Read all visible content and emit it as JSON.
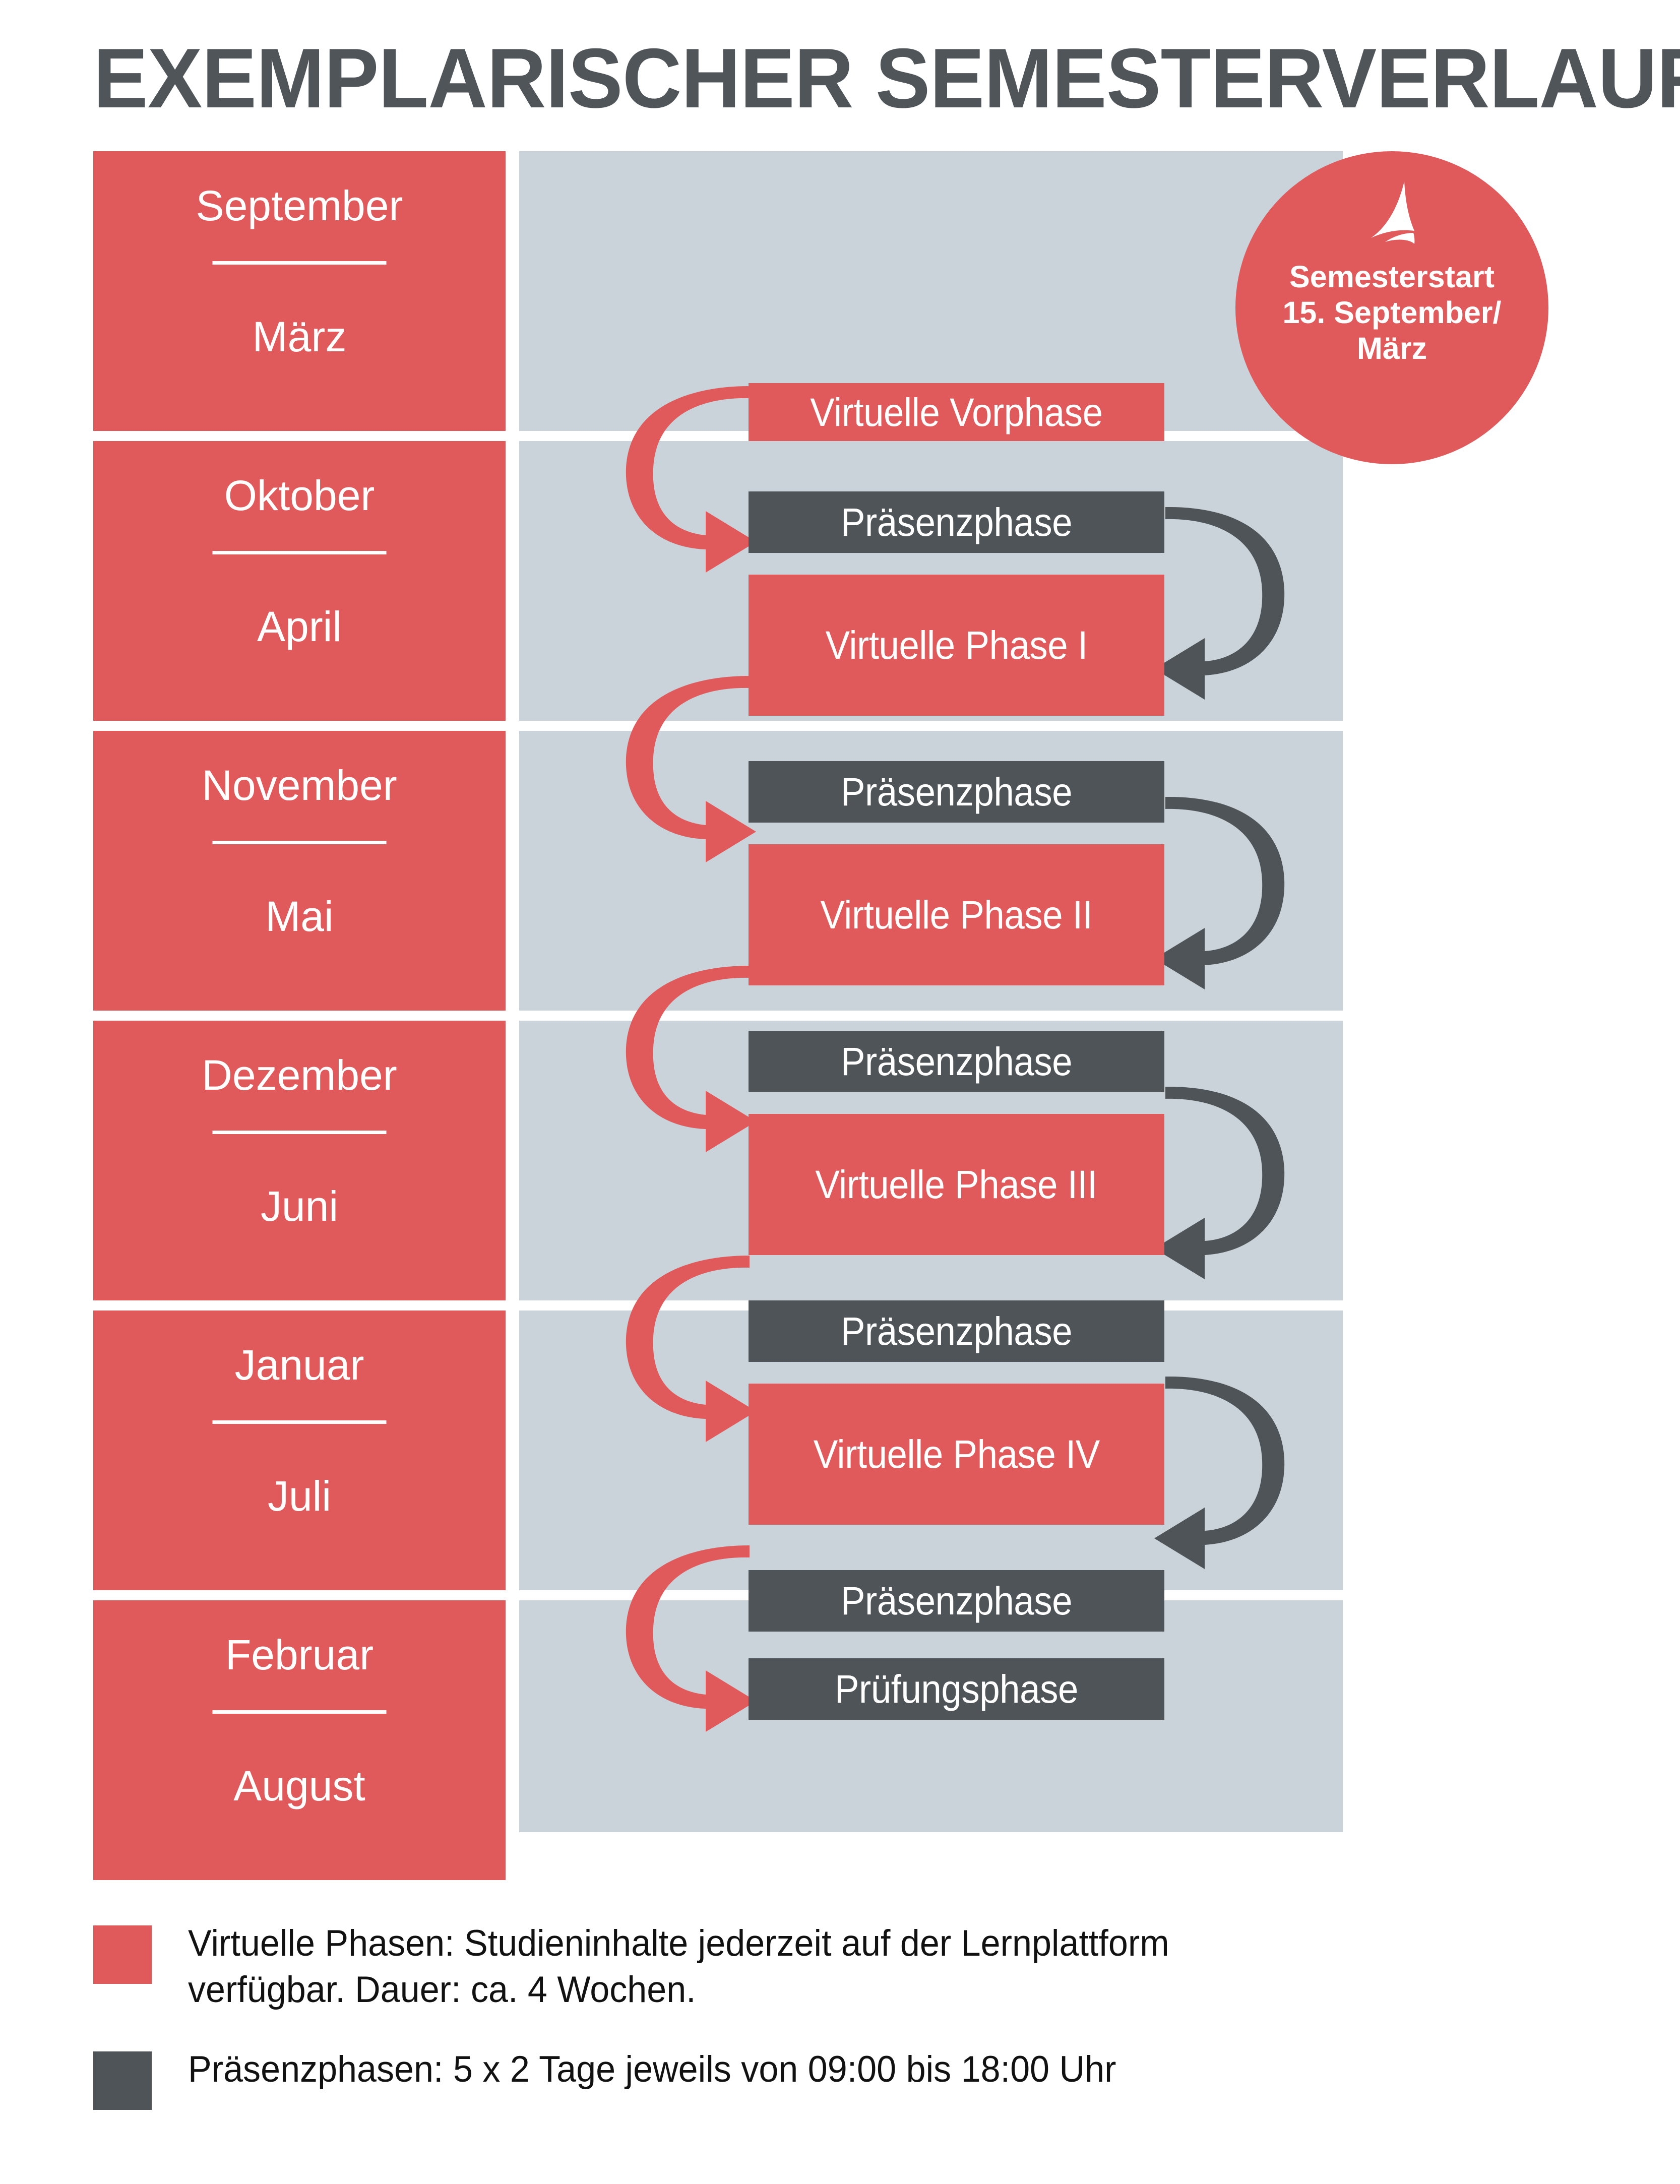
{
  "title": "EXEMPLARISCHER SEMESTERVERLAUF",
  "colors": {
    "red": "#E05A5C",
    "dark": "#4F5458",
    "band": "#C9D3D9",
    "white": "#FFFFFF",
    "title_text": "#50555A"
  },
  "badge": {
    "icon": "sail-icon",
    "line1": "Semesterstart",
    "line2": "15. September/",
    "line3": "März",
    "text": "Semesterstart\n15. September/\nMärz"
  },
  "rows": [
    {
      "month_top": "September",
      "month_bottom": "März"
    },
    {
      "month_top": "Oktober",
      "month_bottom": "April"
    },
    {
      "month_top": "November",
      "month_bottom": "Mai"
    },
    {
      "month_top": "Dezember",
      "month_bottom": "Juni"
    },
    {
      "month_top": "Januar",
      "month_bottom": "Juli"
    },
    {
      "month_top": "Februar",
      "month_bottom": "August"
    }
  ],
  "phases": [
    {
      "id": "virtuelle-vorphase",
      "label": "Virtuelle Vorphase",
      "type": "virtual"
    },
    {
      "id": "praesenzphase-1",
      "label": "Präsenzphase",
      "type": "presence"
    },
    {
      "id": "virtuelle-phase-1",
      "label": "Virtuelle\nPhase I",
      "type": "virtual"
    },
    {
      "id": "praesenzphase-2",
      "label": "Präsenzphase",
      "type": "presence"
    },
    {
      "id": "virtuelle-phase-2",
      "label": "Virtuelle\nPhase II",
      "type": "virtual"
    },
    {
      "id": "praesenzphase-3",
      "label": "Präsenzphase",
      "type": "presence"
    },
    {
      "id": "virtuelle-phase-3",
      "label": "Virtuelle\nPhase III",
      "type": "virtual"
    },
    {
      "id": "praesenzphase-4",
      "label": "Präsenzphase",
      "type": "presence"
    },
    {
      "id": "virtuelle-phase-4",
      "label": "Virtuelle\nPhase IV",
      "type": "virtual"
    },
    {
      "id": "praesenzphase-5",
      "label": "Präsenzphase",
      "type": "presence"
    },
    {
      "id": "pruefungsphase",
      "label": "Prüfungsphase",
      "type": "presence"
    }
  ],
  "legend": [
    {
      "swatch": "red",
      "text": "Virtuelle Phasen: Studieninhalte jederzeit auf der Lernplattform\nverfügbar. Dauer: ca. 4 Wochen."
    },
    {
      "swatch": "dark",
      "text": "Präsenzphasen: 5 x 2 Tage jeweils von 09:00 bis 18:00 Uhr"
    }
  ]
}
